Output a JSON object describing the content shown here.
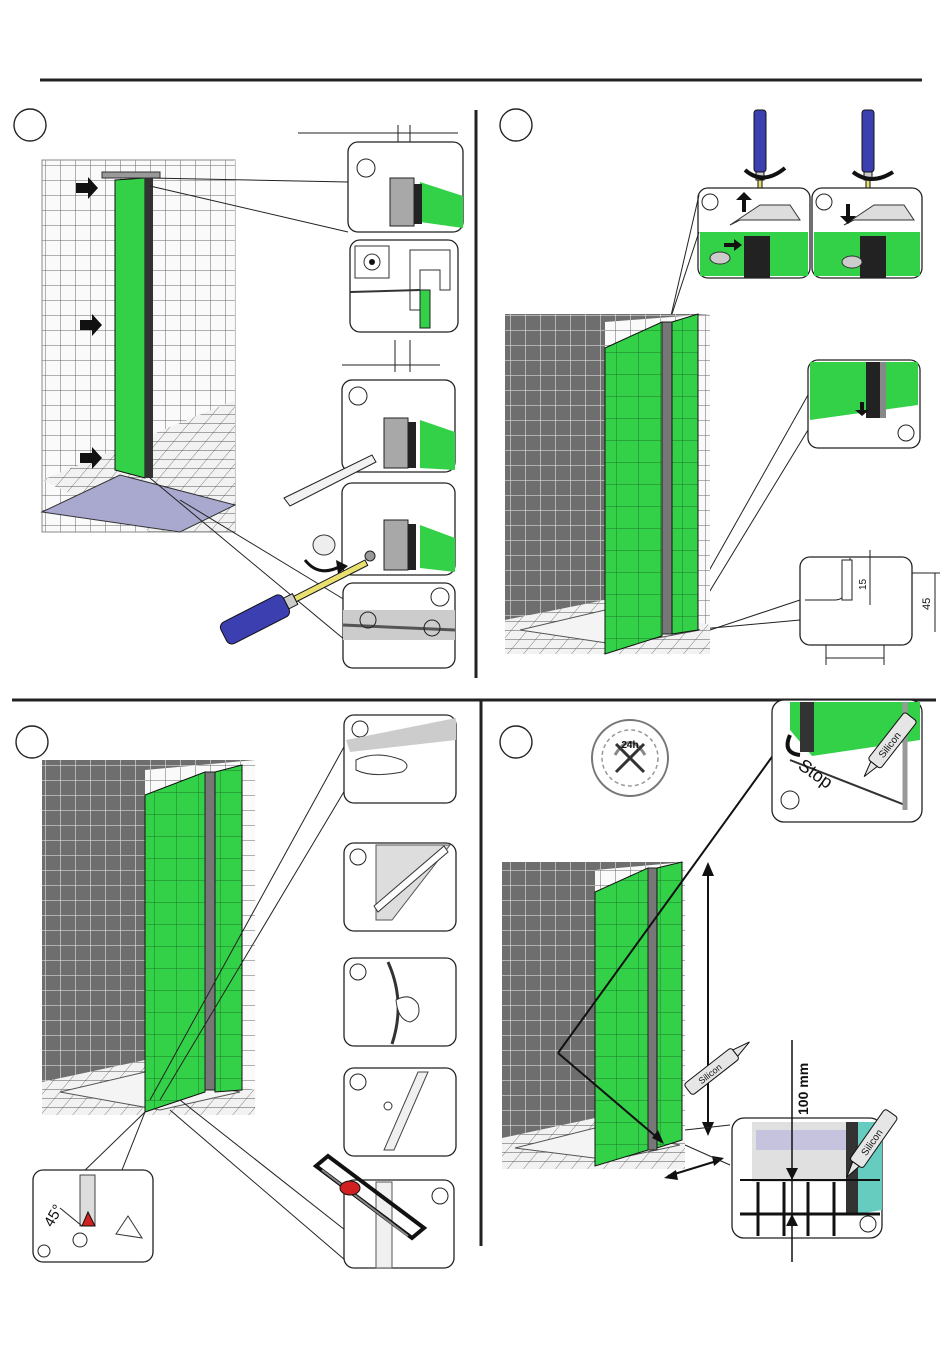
{
  "colors": {
    "glass": "#33d147",
    "tile": "#6e6e6e",
    "floor": "#d9d9d9",
    "tray": "#a9a8cf",
    "screwdriver": "#3b3fb0",
    "rule": "#222222"
  },
  "icons": [
    "arrow-right-icon",
    "arrow-up-icon",
    "arrow-down-icon",
    "rotate-icon",
    "screwdriver-icon",
    "silicon-tube-icon",
    "no-water-24h-icon",
    "hacksaw-icon"
  ],
  "step4": {
    "dim_15": "15",
    "dim_45": "45"
  },
  "step5": {
    "angle": "45°"
  },
  "step6": {
    "timer_label": "24h",
    "stop_label": "Stop",
    "silicon_label": "Silicon",
    "gap_label": "100 mm"
  }
}
